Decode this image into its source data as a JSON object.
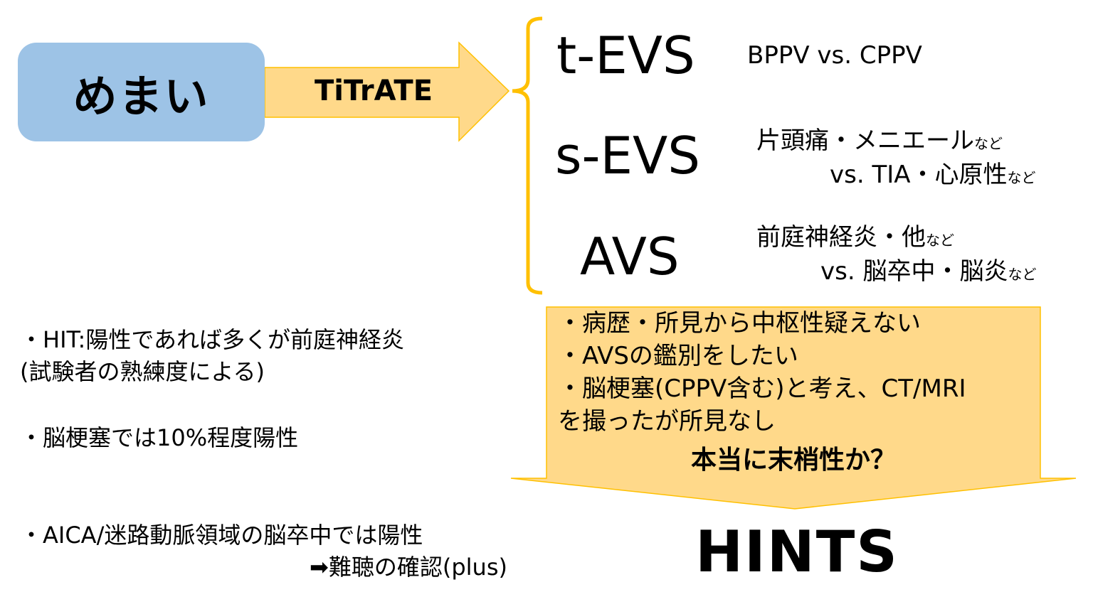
{
  "diagram": {
    "start_node": {
      "label": "めまい",
      "color": "#9dc3e6"
    },
    "arrow": {
      "label": "TiTrATE",
      "color": "#ffd98a",
      "border": "#ffc000"
    },
    "brace_color": "#ffc000",
    "categories": [
      {
        "name": "t-EVS",
        "line1": "BPPV vs. CPPV",
        "line1_suffix": "",
        "line2": "",
        "line2_suffix": ""
      },
      {
        "name": "s-EVS",
        "line1": "片頭痛・メニエール",
        "line1_suffix": "など",
        "line2": "vs. TIA・心原性",
        "line2_suffix": "など"
      },
      {
        "name": "AVS",
        "line1": "前庭神経炎・他",
        "line1_suffix": "など",
        "line2": "vs. 脳卒中・脳炎",
        "line2_suffix": "など"
      }
    ],
    "down_arrow": {
      "color": "#ffd98a",
      "items": [
        "・病歴・所見から中枢性疑えない",
        "・AVSの鑑別をしたい",
        "・脳梗塞(CPPV含む)と考え、CT/MRI",
        "を撮ったが所見なし"
      ],
      "question": "本当に末梢性か？"
    },
    "result": "HINTS",
    "notes": [
      {
        "line1": "・HIT:陽性であれば多くが前庭神経炎",
        "line2": "(試験者の熟練度による)"
      },
      {
        "line1": "・脳梗塞では10%程度陽性"
      },
      {
        "line1": "・AICA/迷路動脈領域の脳卒中では陽性",
        "line2": "➡難聴の確認(plus)"
      }
    ]
  }
}
